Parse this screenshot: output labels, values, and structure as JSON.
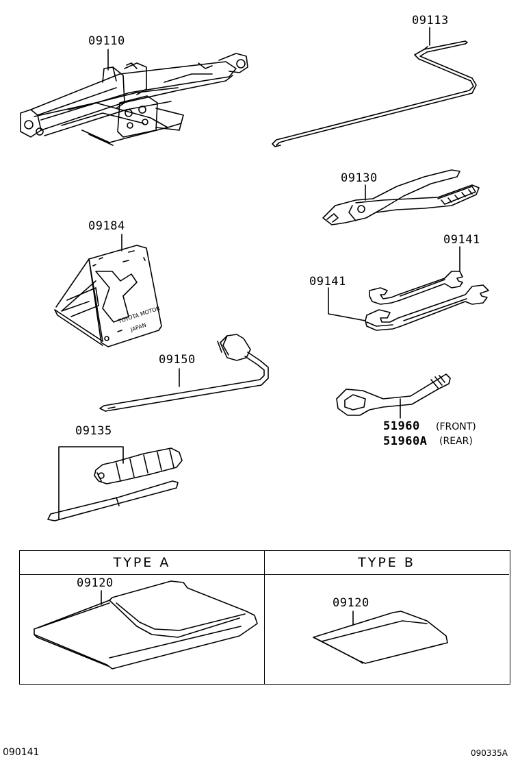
{
  "parts": {
    "jack": "09110",
    "jack_handle": "09113",
    "pliers": "09130",
    "wrench_small": "09141",
    "wrench_large": "09141",
    "wheel_chock": "09184",
    "wheel_nut_wrench": "09150",
    "screwdriver": "09135",
    "towing_eye_front": "51960",
    "towing_eye_rear": "51960A",
    "tool_bag_a": "09120",
    "tool_bag_b": "09120"
  },
  "notes": {
    "front": "(FRONT)",
    "rear": "(REAR)"
  },
  "chock_text": {
    "line1": "TOYOTA MOTOR",
    "line2": "JAPAN"
  },
  "table": {
    "type_a": "TYPE  A",
    "type_b": "TYPE  B"
  },
  "footer": {
    "left_code": "090141",
    "right_code": "090335A"
  }
}
